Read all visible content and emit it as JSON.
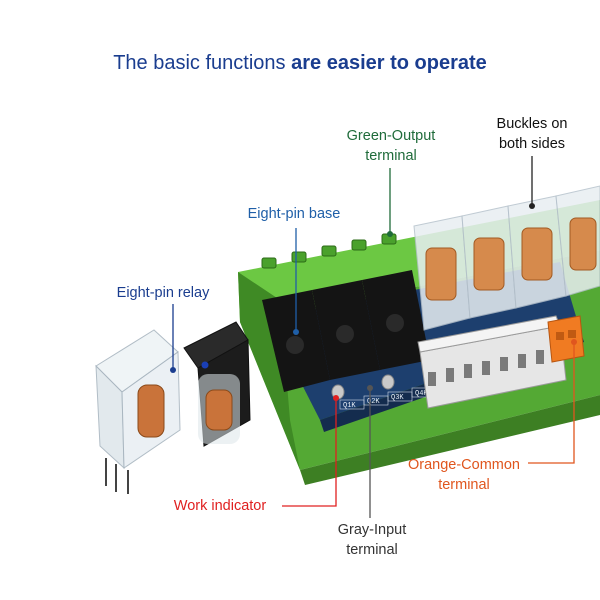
{
  "headline": {
    "part1": "The basic functions",
    "part2": "are easier to operate"
  },
  "labels": {
    "green_output_line1": "Green-Output",
    "green_output_line2": "terminal",
    "buckles_line1": "Buckles on",
    "buckles_line2": "both sides",
    "eight_pin_base": "Eight-pin base",
    "eight_pin_relay": "Eight-pin relay",
    "orange_common_line1": "Orange-Common",
    "orange_common_line2": "terminal",
    "work_indicator": "Work indicator",
    "gray_input_line1": "Gray-Input",
    "gray_input_line2": "terminal"
  },
  "board_codes": [
    "Q1K",
    "Q2K",
    "Q3K",
    "Q4K"
  ],
  "colors": {
    "headline": "#1a3d8f",
    "green_label": "#1f6b3a",
    "blue_label": "#1f5fa8",
    "navy_label": "#1a3d8f",
    "red_label": "#e02020",
    "orange_label": "#e0561e",
    "dark_label": "#333333",
    "rail_green": "#5fbf3a",
    "pcb_blue": "#1d3f6e",
    "terminal_orange": "#f07b22"
  }
}
